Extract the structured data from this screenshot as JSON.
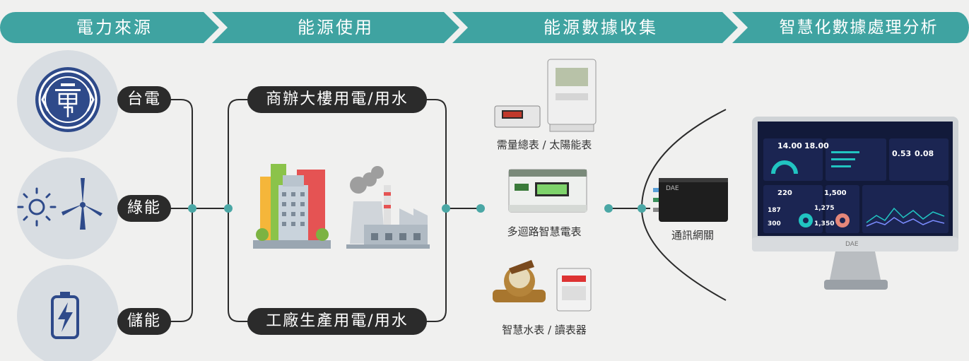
{
  "stages": {
    "power_source": "電力來源",
    "energy_use": "能源使用",
    "data_collection": "能源數據收集",
    "smart_analysis": "智慧化數據處理分析"
  },
  "sources": {
    "taipower": "台電",
    "green": "綠能",
    "storage": "儲能"
  },
  "usage": {
    "office": "商辦大樓用電/用水",
    "factory": "工廠生產用電/用水"
  },
  "meters": {
    "demand": "需量總表 / 太陽能表",
    "multi_circuit": "多迴路智慧電表",
    "water": "智慧水表 / 讀表器"
  },
  "gateway": {
    "label": "通訊網關",
    "brand": "DAE"
  },
  "monitor": {
    "brand": "DAE",
    "kpi_a": "14.00",
    "kpi_b": "18.00",
    "kpi_c": "0.53",
    "kpi_d": "0.08",
    "kpi_e": "220",
    "kpi_f": "1,500",
    "kpi_g": "187",
    "kpi_h": "1,275",
    "kpi_i": "300",
    "kpi_j": "1,350"
  },
  "colors": {
    "teal": "#3fa3a1",
    "dark_pill": "#2b2b2b",
    "circle_bg": "#d8dde2",
    "icon_navy": "#2e4a8a",
    "connector": "#2b2b2b",
    "node": "#4aa7a5"
  }
}
